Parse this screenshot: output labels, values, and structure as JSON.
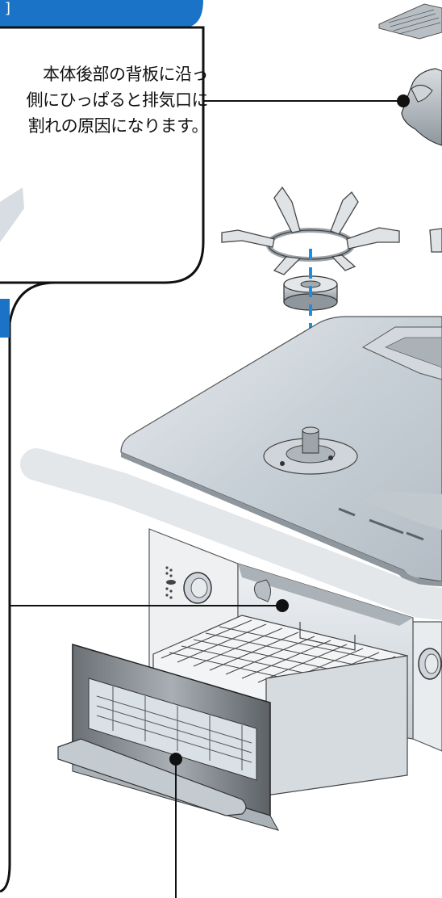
{
  "callout": {
    "tab_glyph": "]",
    "lines": [
      "本体後部の背板に沿っ",
      "側にひっぱると排気口に",
      "割れの原因になります。"
    ]
  },
  "colors": {
    "tab_blue": "#1a73c7",
    "dash_blue": "#1e8fe0",
    "frame": "#111111",
    "glass": "#c9d2da",
    "metal": "#9aa3aa",
    "panel": "#e9ecef"
  }
}
